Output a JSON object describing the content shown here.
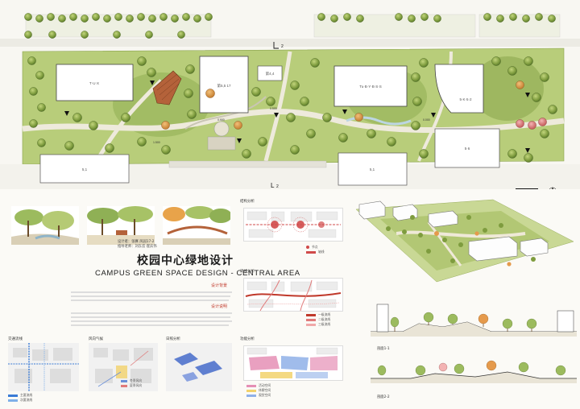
{
  "title": {
    "cn": "校园中心绿地设计",
    "en": "CAMPUS GREEN SPACE  DESIGN - CENTRAL AREA"
  },
  "meta": {
    "designer_label": "设计者：",
    "designer": "张赛  风园17-2",
    "advisor_label": "指导老师：",
    "advisor": "刘东云  崔庆伟"
  },
  "sections": {
    "background": "设计背景",
    "concept": "设计说明"
  },
  "plan_labels": {
    "b1": "T·U·X",
    "b2": "第5,5 17",
    "b3": "第4,4",
    "b4": "Tu·B·Y·B·S·S",
    "b5": "5·K·5·2",
    "b6": "5,1",
    "b7": "5,1",
    "b8": "5·6",
    "section_mark": "L",
    "section_num": "2",
    "elev1": "1.500",
    "elev2": "0.900",
    "elev3": "0.500",
    "elev4": "0.000"
  },
  "analysis": {
    "structure": "结构分析",
    "flow": "流线分析",
    "function": "功能分析",
    "traffic": "交通流线",
    "wind": "风向气候",
    "sun": "日照分析"
  },
  "legends": {
    "structure": [
      "节点",
      "轴线"
    ],
    "flow": [
      "一级流线",
      "二级流线",
      "三级流线"
    ],
    "function": [
      "活动空间",
      "休憩空间",
      "观赏空间"
    ],
    "traffic": [
      "主要流线",
      "次要流线"
    ],
    "wind": [
      "冬季风向",
      "夏季风向"
    ]
  },
  "sections_views": {
    "s1": "剖面1-1",
    "s2": "剖面2-2"
  },
  "colors": {
    "grass": "#a9c46a",
    "tree": "#7e9c3e",
    "building": "#ffffff",
    "path": "#e9e6dc",
    "accent": "#c0392b",
    "deck": "#b4623a"
  }
}
